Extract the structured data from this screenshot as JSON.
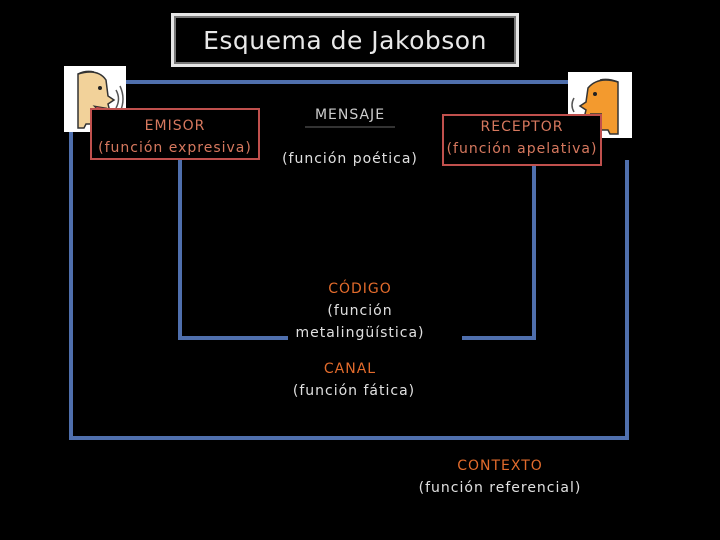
{
  "title": "Esquema de Jakobson",
  "emisor": {
    "name": "EMISOR",
    "function": "(función expresiva)"
  },
  "mensaje": {
    "name": "MENSAJE",
    "function": "(función poética)"
  },
  "receptor": {
    "name": "RECEPTOR",
    "function": "(función apelativa)"
  },
  "codigo": {
    "name": "CÓDIGO",
    "function_line1": "(función",
    "function_line2": "metalingüística)"
  },
  "canal": {
    "name": "CANAL",
    "function": "(función fática)"
  },
  "contexto": {
    "name": "CONTEXTO",
    "function": "(función referencial)"
  },
  "colors": {
    "frame": "#4f6fad",
    "label_orange": "#e26b2c",
    "box_label": "#d6785e"
  },
  "icons": {
    "emisor_face": "speaking-face-icon",
    "receptor_face": "listening-face-icon"
  }
}
